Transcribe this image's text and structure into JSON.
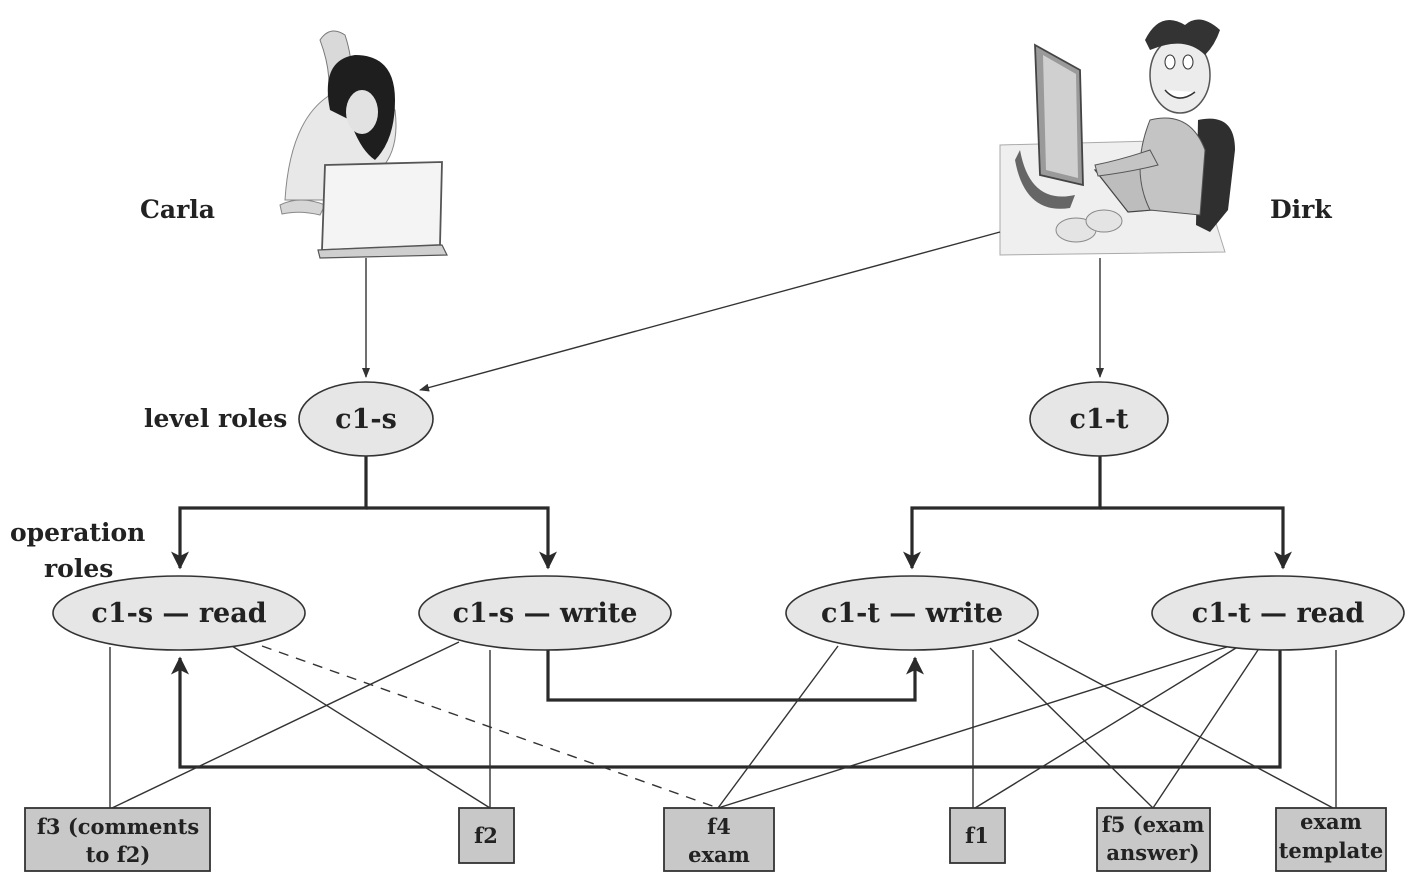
{
  "people": {
    "carla": {
      "name": "Carla",
      "icon": "woman-with-laptop-icon"
    },
    "dirk": {
      "name": "Dirk",
      "icon": "man-at-computer-icon"
    }
  },
  "labels": {
    "level_roles": "level roles",
    "operation_roles_1": "operation",
    "operation_roles_2": "roles"
  },
  "level_roles": {
    "c1s": "c1-s",
    "c1t": "c1-t"
  },
  "operation_roles": {
    "c1s_read": "c1-s — read",
    "c1s_write": "c1-s — write",
    "c1t_write": "c1-t — write",
    "c1t_read": "c1-t — read"
  },
  "files": {
    "f3": [
      "f3 (comments",
      "to f2)"
    ],
    "f2": [
      "f2"
    ],
    "f4": [
      "f4",
      "exam"
    ],
    "f1": [
      "f1"
    ],
    "f5": [
      "f5 (exam",
      "answer)"
    ],
    "exam_template": [
      "exam",
      "template"
    ]
  },
  "colors": {
    "node_fill": "#e6e6e6",
    "file_fill": "#c8c8c8",
    "line": "#333333"
  }
}
